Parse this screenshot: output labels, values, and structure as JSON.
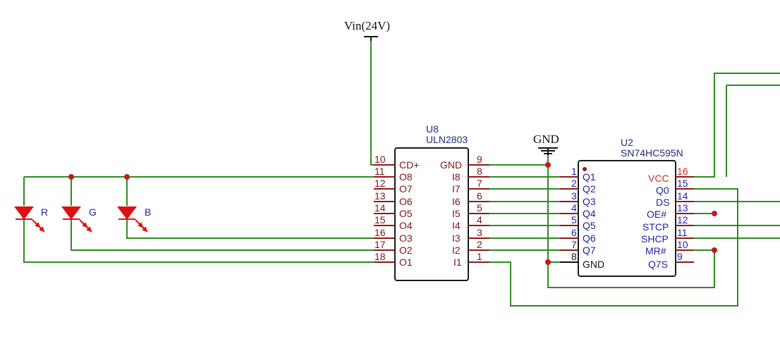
{
  "power": {
    "vin_label": "Vin(24V)",
    "gnd_label": "GND"
  },
  "u8": {
    "ref": "U8",
    "part": "ULN2803",
    "left_pins": [
      {
        "num": "10",
        "name": "CD+"
      },
      {
        "num": "11",
        "name": "O8"
      },
      {
        "num": "12",
        "name": "O7"
      },
      {
        "num": "13",
        "name": "O6"
      },
      {
        "num": "14",
        "name": "O5"
      },
      {
        "num": "15",
        "name": "O4"
      },
      {
        "num": "16",
        "name": "O3"
      },
      {
        "num": "17",
        "name": "O2"
      },
      {
        "num": "18",
        "name": "O1"
      }
    ],
    "right_pins": [
      {
        "num": "9",
        "name": "GND"
      },
      {
        "num": "8",
        "name": "I8"
      },
      {
        "num": "7",
        "name": "I7"
      },
      {
        "num": "6",
        "name": "I6"
      },
      {
        "num": "5",
        "name": "I5"
      },
      {
        "num": "4",
        "name": "I4"
      },
      {
        "num": "3",
        "name": "I3"
      },
      {
        "num": "2",
        "name": "I2"
      },
      {
        "num": "1",
        "name": "I1"
      }
    ]
  },
  "u2": {
    "ref": "U2",
    "part": "SN74HC595N",
    "left_pins": [
      {
        "num": "1",
        "name": "Q1"
      },
      {
        "num": "2",
        "name": "Q2"
      },
      {
        "num": "3",
        "name": "Q3"
      },
      {
        "num": "4",
        "name": "Q4"
      },
      {
        "num": "5",
        "name": "Q5"
      },
      {
        "num": "6",
        "name": "Q6"
      },
      {
        "num": "7",
        "name": "Q7"
      },
      {
        "num": "8",
        "name": "GND"
      }
    ],
    "right_pins": [
      {
        "num": "16",
        "name": "VCC"
      },
      {
        "num": "15",
        "name": "Q0"
      },
      {
        "num": "14",
        "name": "DS"
      },
      {
        "num": "13",
        "name": "OE#"
      },
      {
        "num": "12",
        "name": "STCP"
      },
      {
        "num": "11",
        "name": "SHCP"
      },
      {
        "num": "10",
        "name": "MR#"
      },
      {
        "num": "9",
        "name": "Q7S"
      }
    ]
  },
  "leds": [
    {
      "label": "R",
      "color": "#dd1111"
    },
    {
      "label": "G",
      "color": "#dd1111"
    },
    {
      "label": "B",
      "color": "#dd1111"
    }
  ],
  "colors": {
    "wire": "#2e8b22",
    "pin": "#8b1a1a",
    "junction": "#c41a1a"
  }
}
